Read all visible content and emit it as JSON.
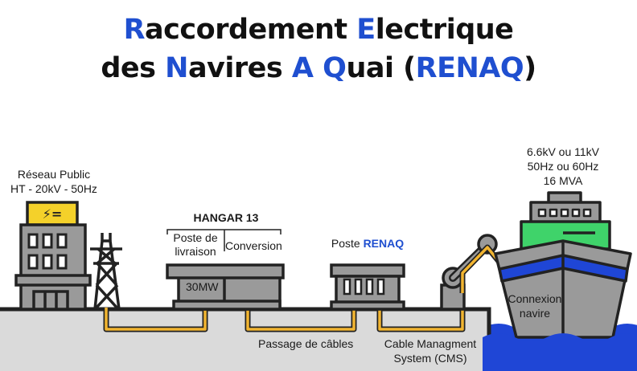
{
  "title": {
    "line1": [
      {
        "text": "R",
        "accent": true
      },
      {
        "text": "accordement ",
        "accent": false
      },
      {
        "text": "E",
        "accent": true
      },
      {
        "text": "lectrique",
        "accent": false
      }
    ],
    "line2": [
      {
        "text": "des ",
        "accent": false
      },
      {
        "text": "N",
        "accent": true
      },
      {
        "text": "avires ",
        "accent": false
      },
      {
        "text": "A",
        "accent": true
      },
      {
        "text": " ",
        "accent": false
      },
      {
        "text": "Q",
        "accent": true
      },
      {
        "text": "uai (",
        "accent": false
      },
      {
        "text": "RENAQ",
        "accent": true
      },
      {
        "text": ")",
        "accent": false
      }
    ]
  },
  "labels": {
    "reseau_line1": "Réseau Public",
    "reseau_line2": "HT - 20kV - 50Hz",
    "hangar": "HANGAR 13",
    "poste_livraison_line1": "Poste de",
    "poste_livraison_line2": "livraison",
    "conversion": "Conversion",
    "power": "30MW",
    "poste_renaq_prefix": "Poste ",
    "poste_renaq_name": "RENAQ",
    "ship_spec1": "6.6kV ou 11kV",
    "ship_spec2": "50Hz ou 60Hz",
    "ship_spec3": "16 MVA",
    "passage": "Passage de câbles",
    "cms_line1": "Cable Managment",
    "cms_line2": "System (CMS)",
    "connexion_line1": "Connexion",
    "connexion_line2": "navire",
    "lightning_symbol": "⚡="
  },
  "colors": {
    "accent": "#1f4fd0",
    "cable": "#f2b531",
    "water": "#1f46d6",
    "ship_green": "#3fd36a",
    "ship_band": "#1f46d6",
    "gray": "#9a9a9a",
    "sign_yellow": "#f4d12a"
  }
}
